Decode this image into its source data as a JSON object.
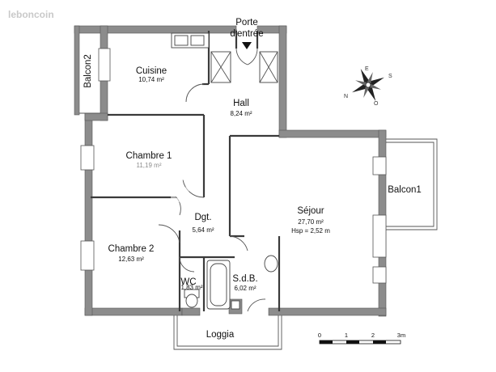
{
  "watermark": "leboncoin",
  "entrance": {
    "line1": "Porte",
    "line2": "d'entrée"
  },
  "rooms": {
    "balcon2": {
      "name": "Balcon2"
    },
    "cuisine": {
      "name": "Cuisine",
      "area": "10,74 m²"
    },
    "hall": {
      "name": "Hall",
      "area": "8,24 m²"
    },
    "chambre1": {
      "name": "Chambre 1",
      "area": "11,19 m²"
    },
    "chambre2": {
      "name": "Chambre 2",
      "area": "12,63 m²"
    },
    "dgt": {
      "name": "Dgt.",
      "area": "5,64 m²"
    },
    "wc": {
      "name": "WC",
      "area": "1,83 m²"
    },
    "sdb": {
      "name": "S.d.B.",
      "area": "6,02 m²"
    },
    "sejour": {
      "name": "Séjour",
      "area": "27,70 m²",
      "height": "Hsp = 2,52 m"
    },
    "balcon1": {
      "name": "Balcon1"
    },
    "loggia": {
      "name": "Loggia"
    }
  },
  "compass": {
    "n": "N",
    "s": "S",
    "e": "E",
    "o": "O"
  },
  "scale": {
    "ticks": [
      "0",
      "1",
      "2",
      "3m"
    ]
  },
  "colors": {
    "wall": "#8c8c8c",
    "line": "#3a3a3a",
    "background": "#ffffff"
  }
}
